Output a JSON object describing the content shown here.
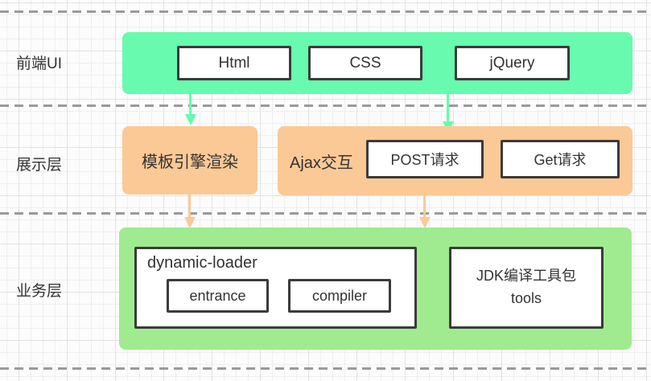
{
  "diagram": {
    "title": "layered-web-architecture",
    "layers": [
      {
        "id": "frontend",
        "label": "前端UI"
      },
      {
        "id": "presentation",
        "label": "展示层"
      },
      {
        "id": "business",
        "label": "业务层"
      }
    ],
    "frontend": {
      "nodes": [
        {
          "label": "Html"
        },
        {
          "label": "CSS"
        },
        {
          "label": "jQuery"
        }
      ]
    },
    "presentation": {
      "template_node": {
        "label": "模板引擎渲染"
      },
      "ajax_group": {
        "label": "Ajax交互",
        "nodes": [
          {
            "label": "POST请求"
          },
          {
            "label": "Get请求"
          }
        ]
      }
    },
    "business": {
      "dynamic_loader": {
        "title": "dynamic-loader",
        "nodes": [
          {
            "label": "entrance"
          },
          {
            "label": "compiler"
          }
        ]
      },
      "jdk_node": {
        "line1": "JDK编译工具包",
        "line2": "tools"
      }
    },
    "connectors": [
      {
        "from": "Html",
        "to": "模板引擎渲染",
        "color": "#68faae"
      },
      {
        "from": "jQuery",
        "to": "Ajax交互",
        "color": "#68faae"
      },
      {
        "from": "模板引擎渲染",
        "to": "业务层",
        "color": "#fbc996"
      },
      {
        "from": "Ajax交互",
        "to": "业务层",
        "color": "#fbc996"
      }
    ],
    "colors": {
      "frontend_band": "#68faae",
      "presentation_band": "#fbc996",
      "business_band": "#a0eb8f",
      "node_border": "#3b3b3b",
      "node_fill": "#ffffff",
      "text": "#333333",
      "divider": "#9a9a9a",
      "grid_minor": "#efefef",
      "grid_major": "#e2e2e2"
    }
  }
}
